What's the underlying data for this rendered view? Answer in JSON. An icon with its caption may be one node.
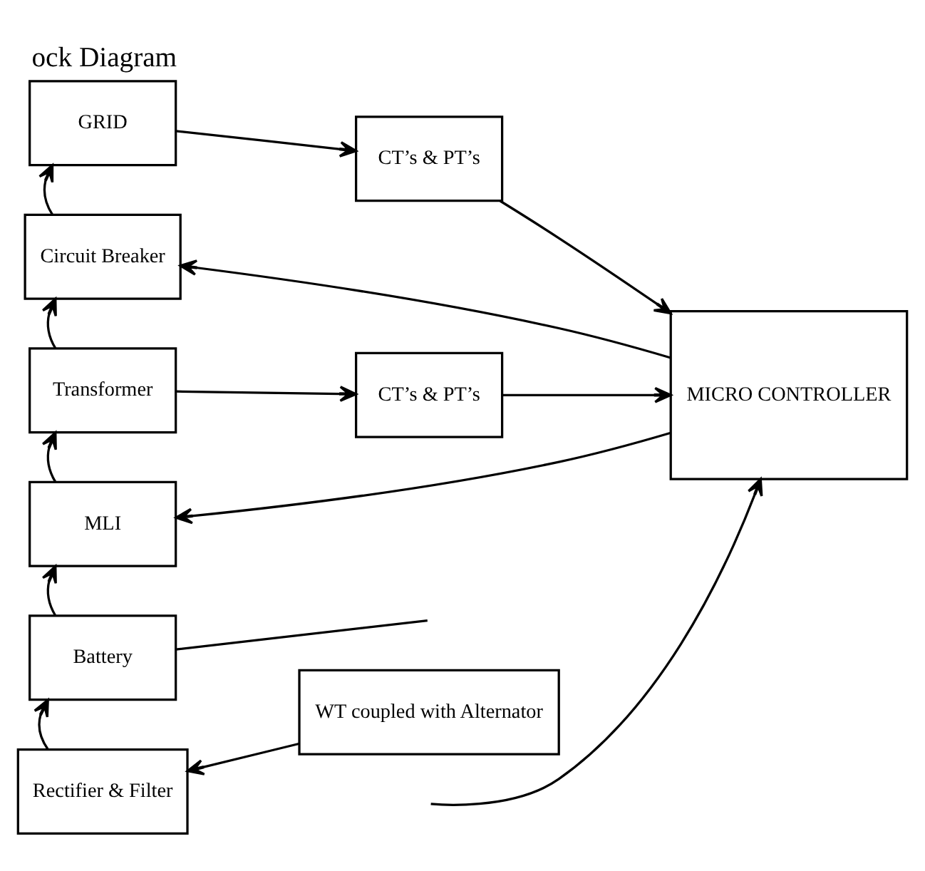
{
  "diagram": {
    "title": "ock Diagram",
    "nodes": [
      {
        "text": [
          "GRID"
        ]
      },
      {
        "text": [
          "CT’s & PT’s"
        ]
      },
      {
        "text": [
          "Circuit Breaker"
        ]
      },
      {
        "text": [
          "Transformer"
        ]
      },
      {
        "text": [
          "CT’s & PT’s"
        ]
      },
      {
        "text": [
          "MICRO CONTROLLER"
        ]
      },
      {
        "text": [
          "MLI"
        ]
      },
      {
        "text": [
          "Battery"
        ]
      },
      {
        "text": [
          "Rectifier & Filter"
        ]
      },
      {
        "text": [
          "WT coupled with Alternator"
        ]
      }
    ],
    "edges": [
      {
        "from": 0,
        "to": 1,
        "arrow": "to"
      },
      {
        "from": 1,
        "to": 5,
        "arrow": "to"
      },
      {
        "from": 5,
        "to": 2,
        "arrow": "to"
      },
      {
        "from": 2,
        "to": 0,
        "arrow": "to"
      },
      {
        "from": 3,
        "to": 2,
        "arrow": "to"
      },
      {
        "from": 3,
        "to": 4,
        "arrow": "to"
      },
      {
        "from": 4,
        "to": 5,
        "arrow": "to"
      },
      {
        "from": 5,
        "to": 6,
        "arrow": "to"
      },
      {
        "from": 6,
        "to": 3,
        "arrow": "to"
      },
      {
        "from": 7,
        "to": 6,
        "arrow": "to"
      },
      {
        "from": 8,
        "to": 7,
        "arrow": "to"
      },
      {
        "from": 9,
        "to": 8,
        "arrow": "to"
      },
      {
        "from": 7,
        "to": null,
        "arrow": "none"
      },
      {
        "from": null,
        "to": 5,
        "arrow": "to"
      }
    ]
  }
}
